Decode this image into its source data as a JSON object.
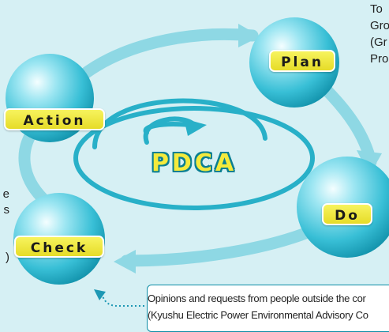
{
  "diagram": {
    "center_label": "PDCA",
    "nodes": [
      {
        "id": "plan",
        "label": "Plan"
      },
      {
        "id": "do",
        "label": "Do"
      },
      {
        "id": "check",
        "label": "Check"
      },
      {
        "id": "action",
        "label": "Action"
      }
    ],
    "cycle_direction": "clockwise",
    "colors": {
      "background": "#d6f0f4",
      "ring": "#8ed8e4",
      "sphere": "#38bfd6",
      "label_fill": "#f2ec3a",
      "pdca_text": "#f4ea3c",
      "pdca_outline": "#0a7f92",
      "dotted_arrow": "#1e98b4"
    }
  },
  "right_text_fragments": [
    "To",
    "Gro",
    "(Gr",
    "Pro"
  ],
  "left_text_fragments": [
    "e",
    "s",
    ")"
  ],
  "opinion_box": {
    "line1": "Opinions and requests from people outside the cor",
    "line2": "(Kyushu Electric Power Environmental Advisory Co"
  }
}
